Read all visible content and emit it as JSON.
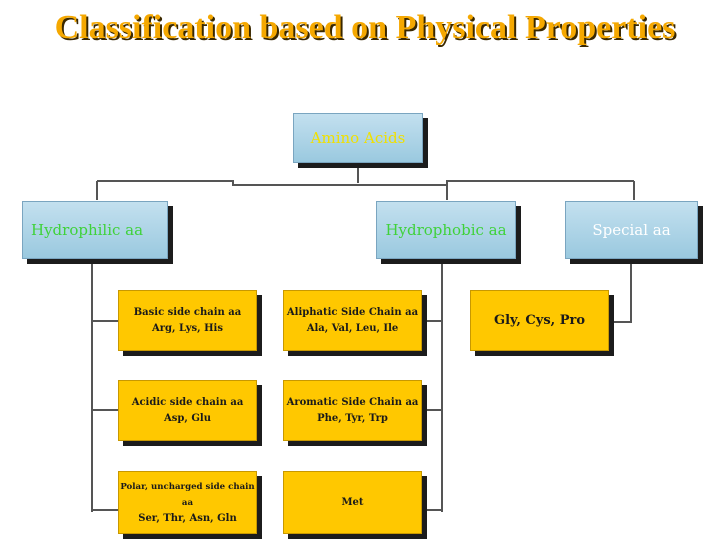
{
  "title": "Classification based on Physical Properties",
  "colors": {
    "title": "#f5a800",
    "blue_text": "#f0e000",
    "hydro_text": "#3fd23a",
    "special_text": "#ffffff",
    "gold_box": "#ffc800"
  },
  "nodes": {
    "root": "Amino Acids",
    "hydrophilic": "Hydrophilic aa",
    "hydrophobic": "Hydrophobic aa",
    "special": "Special aa",
    "basic": {
      "line1": "Basic side chain aa",
      "line2": "Arg, Lys, His"
    },
    "acidic": {
      "line1": "Acidic side chain aa",
      "line2": "Asp, Glu"
    },
    "polar": {
      "line1": "Polar, uncharged side chain aa",
      "line2": "Ser, Thr, Asn, Gln"
    },
    "aliphatic": {
      "line1": "Aliphatic Side Chain aa",
      "line2": "Ala, Val, Leu, Ile"
    },
    "aromatic": {
      "line1": "Aromatic Side Chain aa",
      "line2": "Phe, Tyr, Trp"
    },
    "met": "Met",
    "special_members": "Gly, Cys, Pro"
  }
}
